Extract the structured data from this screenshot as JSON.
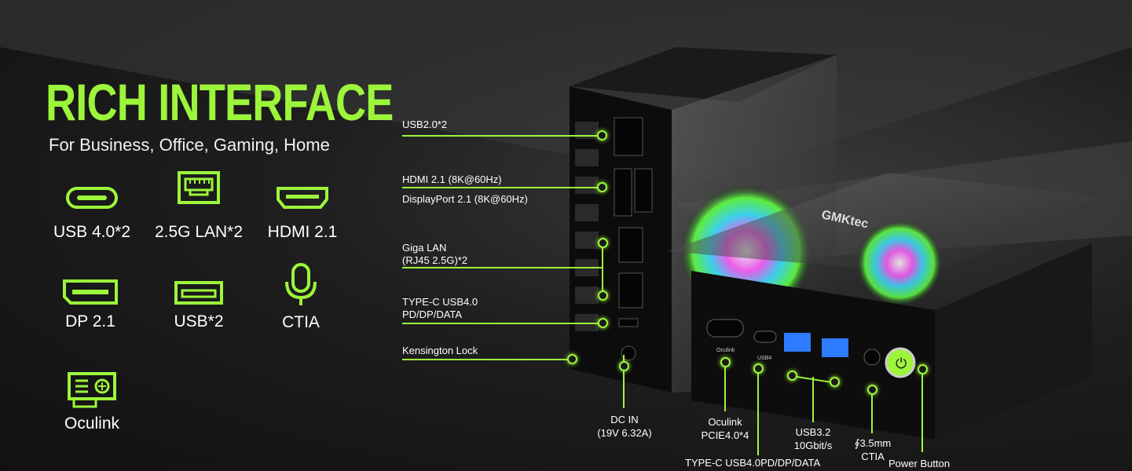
{
  "heading": {
    "title": "RICH INTERFACE",
    "subtitle": "For Business, Office, Gaming, Home"
  },
  "features": [
    {
      "label": "USB 4.0*2",
      "icon": "usb-c-port-icon"
    },
    {
      "label": "2.5G LAN*2",
      "icon": "ethernet-port-icon"
    },
    {
      "label": "HDMI 2.1",
      "icon": "hdmi-port-icon"
    },
    {
      "label": "DP 2.1",
      "icon": "displayport-icon"
    },
    {
      "label": "USB*2",
      "icon": "usb-a-port-icon"
    },
    {
      "label": "CTIA",
      "icon": "microphone-icon"
    },
    {
      "label": "Oculink",
      "icon": "pcie-card-icon"
    }
  ],
  "rear_callouts": {
    "usb2": "USB2.0*2",
    "hdmi": "HDMI 2.1 (8K@60Hz)",
    "dp": "DisplayPort 2.1 (8K@60Hz)",
    "lan_1": "Giga LAN",
    "lan_2": "(RJ45 2.5G)*2",
    "typec_1": "TYPE-C USB4.0",
    "typec_2": "PD/DP/DATA",
    "kensington": "Kensington Lock",
    "dcin_1": "DC IN",
    "dcin_2": "(19V 6.32A)"
  },
  "front_callouts": {
    "oculink_1": "Oculink",
    "oculink_2": "PCIE4.0*4",
    "typec": "TYPE-C USB4.0PD/DP/DATA",
    "usb32_1": "USB3.2",
    "usb32_2": "10Gbit/s",
    "audio_1": "∮3.5mm",
    "audio_2": "CTIA",
    "power": "Power Button"
  },
  "device": {
    "brand": "GMKtec",
    "port_tags": {
      "oculink": "Oculink",
      "usb4": "USB4"
    }
  },
  "colors": {
    "accent": "#9cf53a",
    "background": "#1e1e1e"
  }
}
